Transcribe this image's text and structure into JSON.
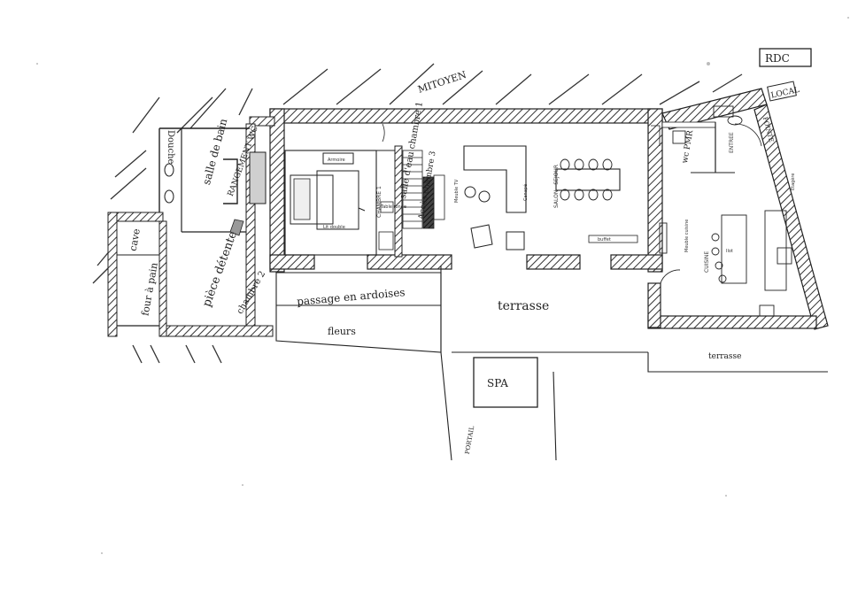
{
  "plan": {
    "level_label": "RDC",
    "neighbor_label": "MITOYEN",
    "rooms": {
      "douche": "Douche",
      "salle_de_bain": "salle de bain",
      "rangement_wc": "RANGEMENT WC",
      "cave": "cave",
      "four_a_pain": "four à pain",
      "piece_detente": "pièce détente",
      "chambre_2": "chambre 2",
      "chambre_1": "CHAMBRE 1",
      "salle_deau_chambre_1": "salle d'eau chambre 1",
      "acces_chambre_3": "Accès chambre 3",
      "salon_sejour": "SALON - SEJOUR",
      "wc_pmr": "wc PMR",
      "entree": "ENTREE",
      "cuisine": "CUISINE",
      "local": "LOCAL",
      "passage": "passage en ardoises",
      "fleurs": "fleurs",
      "terrasse_main": "terrasse",
      "terrasse_right": "terrasse",
      "spa": "SPA",
      "portail": "PORTAIL",
      "pointe": "POINTE"
    },
    "furniture_labels": {
      "armoire": "Armoire",
      "lit_double": "Lit double",
      "table_ronde": "Table ronde",
      "meuble_tv": "Meuble TV",
      "canape": "Canapé",
      "buffet": "buffet",
      "meuble_cuisine": "Meuble cuisine",
      "cuisine_ilot": "Ilot",
      "etagere": "Etagère"
    }
  }
}
